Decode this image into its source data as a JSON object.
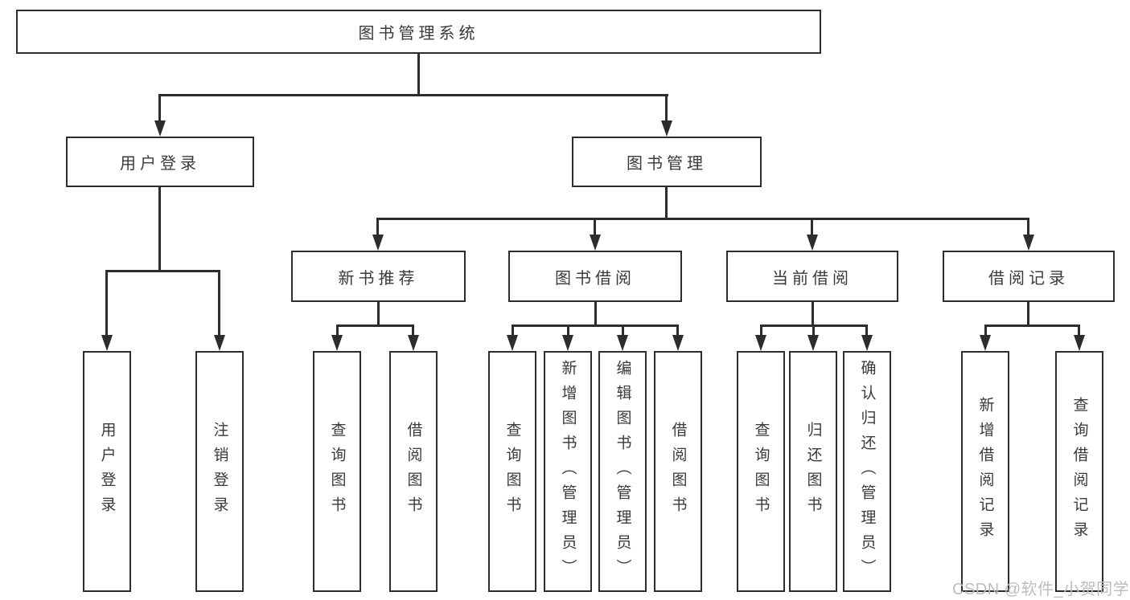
{
  "tree": {
    "root": "图书管理系统",
    "user_login": {
      "label": "用户登录",
      "children": [
        "用户登录",
        "注销登录"
      ]
    },
    "book_mgmt": {
      "label": "图书管理",
      "sections": [
        {
          "label": "新书推荐",
          "children": [
            "查询图书",
            "借阅图书"
          ]
        },
        {
          "label": "图书借阅",
          "children": [
            "查询图书",
            "新增图书（管理员）",
            "编辑图书（管理员）",
            "借阅图书"
          ]
        },
        {
          "label": "当前借阅",
          "children": [
            "查询图书",
            "归还图书",
            "确认归还（管理员）"
          ]
        },
        {
          "label": "借阅记录",
          "children": [
            "新增借阅记录",
            "查询借阅记录"
          ]
        }
      ]
    }
  },
  "watermark": "CSDN @软件_小贺同学",
  "colors": {
    "line": "#2d2d2d",
    "text": "#3a3a3a",
    "watermark": "#bdbdbd",
    "background": "#ffffff"
  }
}
